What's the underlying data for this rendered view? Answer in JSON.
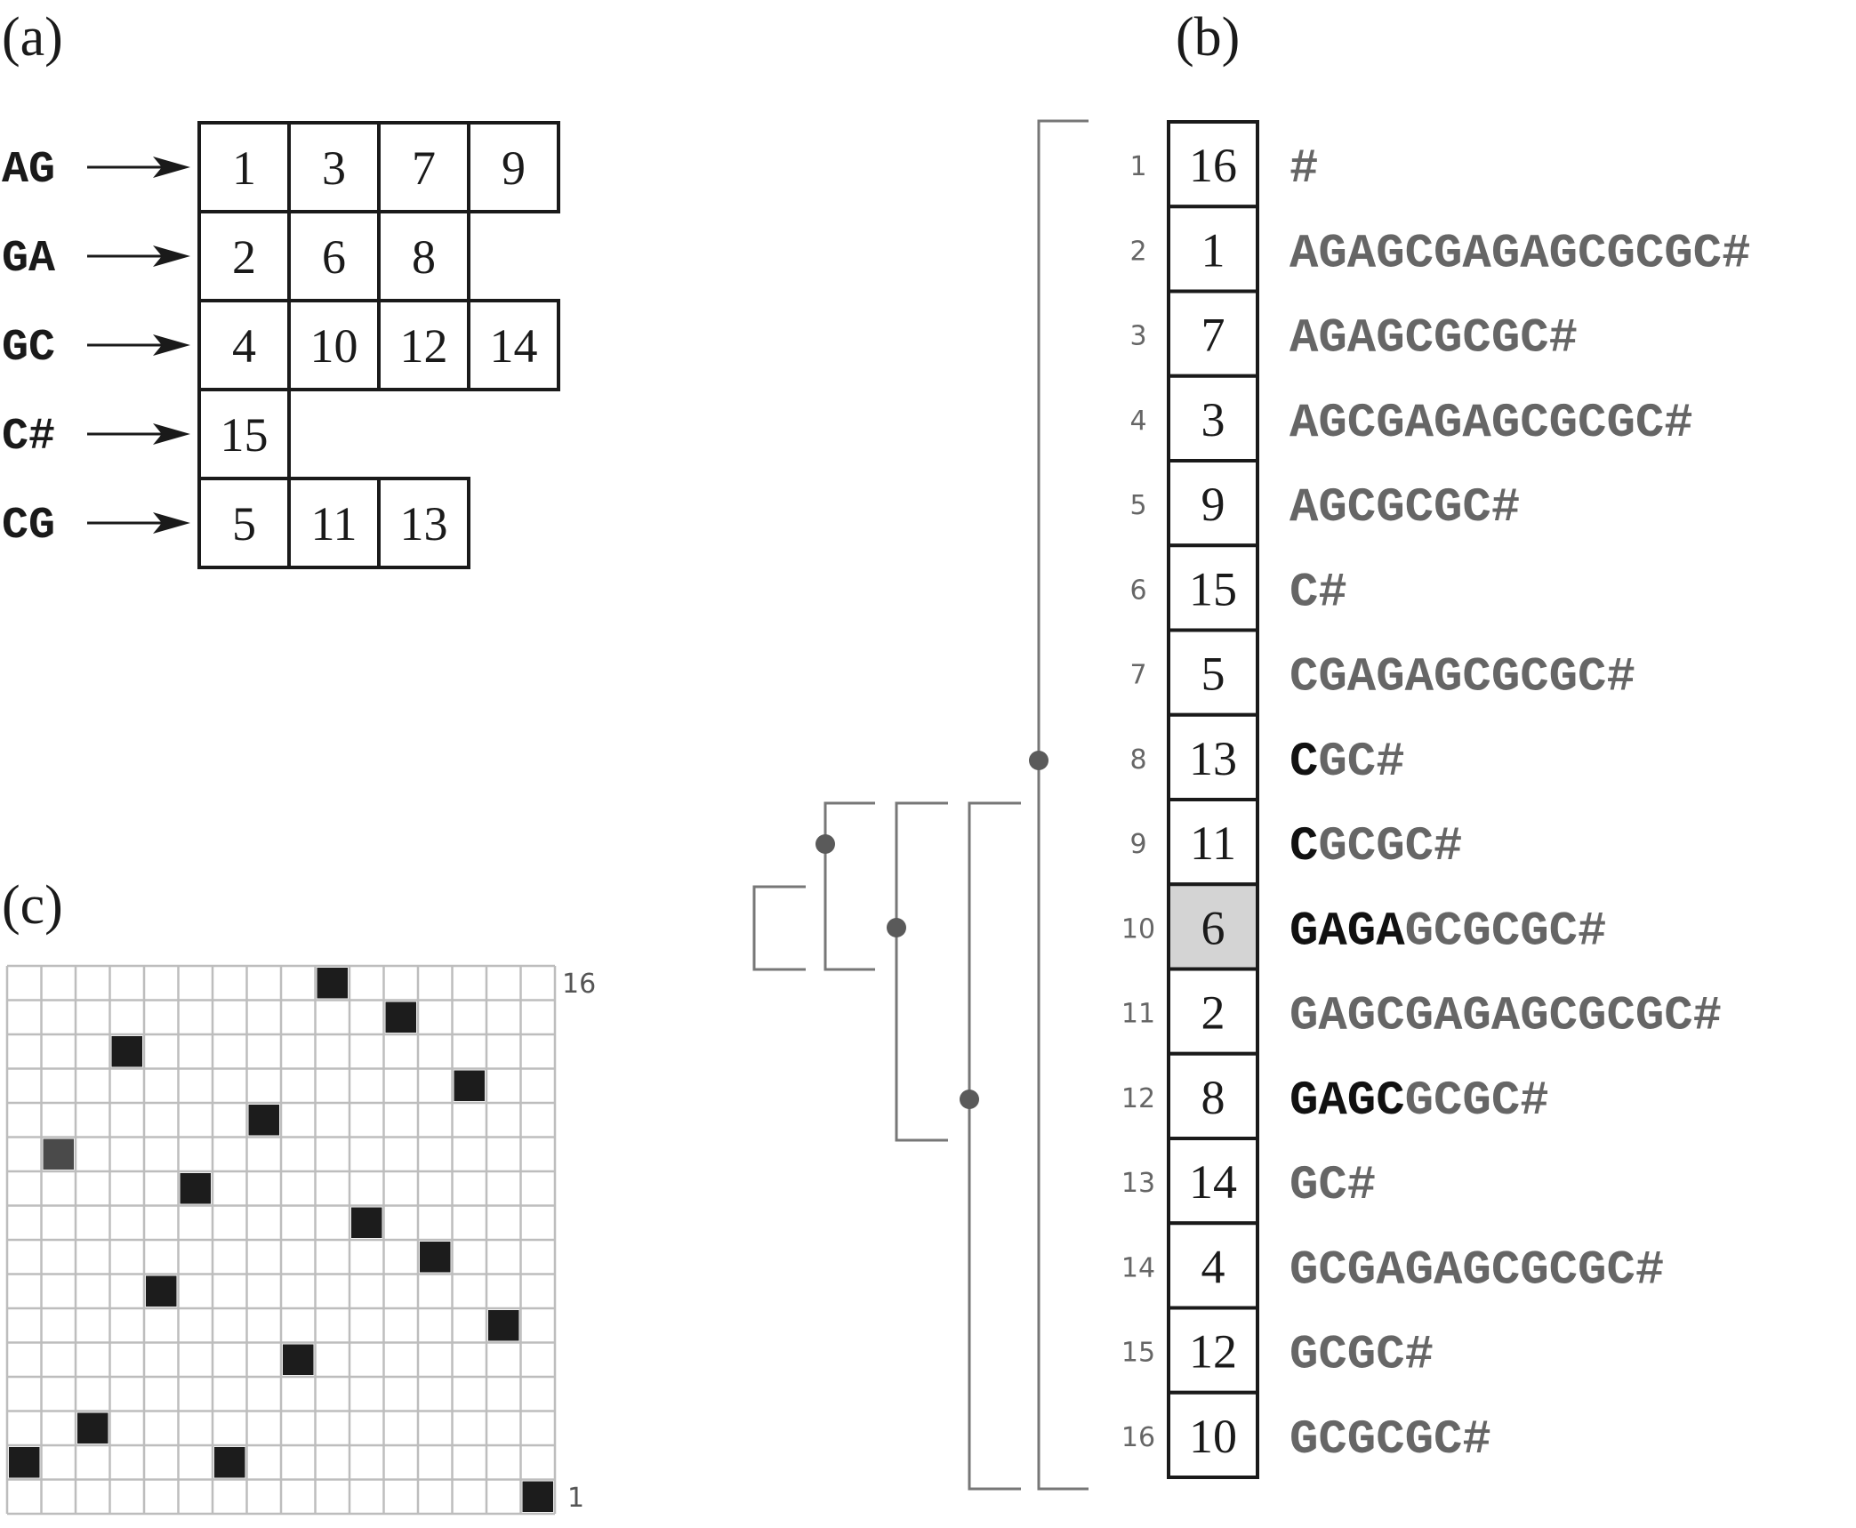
{
  "panel_labels": {
    "a": "(a)",
    "b": "(b)",
    "c": "(c)"
  },
  "panel_a": {
    "rows": [
      {
        "key": "AG",
        "positions": [
          "1",
          "3",
          "7",
          "9"
        ]
      },
      {
        "key": "GA",
        "positions": [
          "2",
          "6",
          "8"
        ]
      },
      {
        "key": "GC",
        "positions": [
          "4",
          "10",
          "12",
          "14"
        ]
      },
      {
        "key": "C#",
        "positions": [
          "15"
        ]
      },
      {
        "key": "CG",
        "positions": [
          "5",
          "11",
          "13"
        ]
      }
    ]
  },
  "panel_b": {
    "rows": [
      {
        "index": "1",
        "sa": "16",
        "match": "",
        "rest": "#"
      },
      {
        "index": "2",
        "sa": "1",
        "match": "",
        "rest": "AGAGCGAGAGCGCGC#"
      },
      {
        "index": "3",
        "sa": "7",
        "match": "",
        "rest": "AGAGCGCGC#"
      },
      {
        "index": "4",
        "sa": "3",
        "match": "",
        "rest": "AGCGAGAGCGCGC#"
      },
      {
        "index": "5",
        "sa": "9",
        "match": "",
        "rest": "AGCGCGC#"
      },
      {
        "index": "6",
        "sa": "15",
        "match": "",
        "rest": "C#"
      },
      {
        "index": "7",
        "sa": "5",
        "match": "",
        "rest": "CGAGAGCGCGC#"
      },
      {
        "index": "8",
        "sa": "13",
        "match": "C",
        "rest": "GC#"
      },
      {
        "index": "9",
        "sa": "11",
        "match": "C",
        "rest": "GCGC#"
      },
      {
        "index": "10",
        "sa": "6",
        "match": "GAGA",
        "rest": "GCGCGC#",
        "highlight": true
      },
      {
        "index": "11",
        "sa": "2",
        "match": "",
        "rest": "GAGCGAGAGCGCGC#"
      },
      {
        "index": "12",
        "sa": "8",
        "match": "GAGC",
        "rest": "GCGC#"
      },
      {
        "index": "13",
        "sa": "14",
        "match": "",
        "rest": "GC#"
      },
      {
        "index": "14",
        "sa": "4",
        "match": "",
        "rest": "GCGAGAGCGCGC#"
      },
      {
        "index": "15",
        "sa": "12",
        "match": "",
        "rest": "GCGC#"
      },
      {
        "index": "16",
        "sa": "10",
        "match": "",
        "rest": "GCGCGC#"
      }
    ],
    "highlight_color": "#d4d4d4",
    "bracket_color": "#777777",
    "node_color": "#5a5a5a"
  },
  "panel_c": {
    "size": 16,
    "x_min_label": "1",
    "x_max_label": "16",
    "y_min_label": "1",
    "y_max_label": "16",
    "points": [
      {
        "col": 1,
        "row": 2,
        "shade": "dark"
      },
      {
        "col": 2,
        "row": 11,
        "shade": "gray"
      },
      {
        "col": 3,
        "row": 3
      },
      {
        "col": 4,
        "row": 14
      },
      {
        "col": 5,
        "row": 7
      },
      {
        "col": 6,
        "row": 10
      },
      {
        "col": 7,
        "row": 2
      },
      {
        "col": 8,
        "row": 12
      },
      {
        "col": 9,
        "row": 5
      },
      {
        "col": 10,
        "row": 16
      },
      {
        "col": 11,
        "row": 9
      },
      {
        "col": 12,
        "row": 15
      },
      {
        "col": 13,
        "row": 8
      },
      {
        "col": 14,
        "row": 13
      },
      {
        "col": 15,
        "row": 6
      },
      {
        "col": 16,
        "row": 1
      }
    ],
    "grid_color": "#bdbdbd",
    "mark_color": "#1c1c1c",
    "mark_gray_color": "#4a4a4a"
  }
}
